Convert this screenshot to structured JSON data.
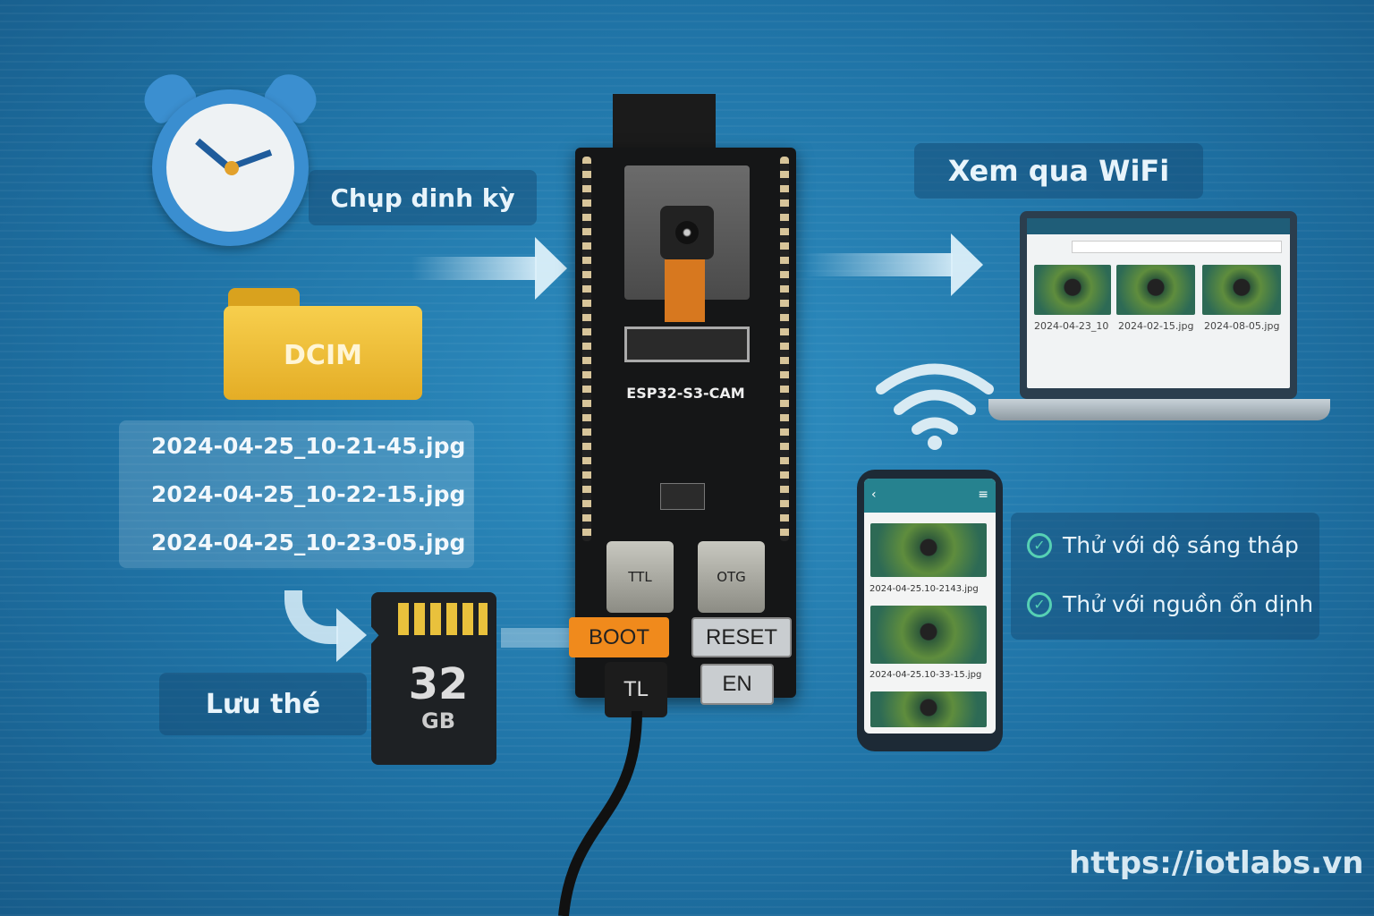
{
  "labels": {
    "capture": "Chụp dinh kỳ",
    "save": "Lưu thé",
    "wifi": "Xem qua WiFi",
    "url": "https://iotlabs.vn"
  },
  "folder": {
    "name": "DCIM"
  },
  "files": [
    "2024-04-25_10-21-45.jpg",
    "2024-04-25_10-22-15.jpg",
    "2024-04-25_10-23-05.jpg"
  ],
  "sdcard": {
    "capacity": "32",
    "unit": "GB"
  },
  "board": {
    "name": "ESP32-S3-CAM",
    "port_left": "TTL",
    "port_right": "OTG",
    "boot": "BOOT",
    "reset": "RESET",
    "en": "EN",
    "cable": "TL"
  },
  "laptop": {
    "thumbs": [
      "2024-04-23_10",
      "2024-02-15.jpg",
      "2024-08-05.jpg"
    ]
  },
  "phone": {
    "thumbs": [
      "2024-04-25.10-2143.jpg",
      "2024-04-25.10-33-15.jpg"
    ]
  },
  "checklist": [
    "Thử với dộ sáng tháp",
    "Thử với nguồn ổn dịnh"
  ],
  "colors": {
    "boot": "#f08a1c",
    "accent": "#56d0b4"
  }
}
